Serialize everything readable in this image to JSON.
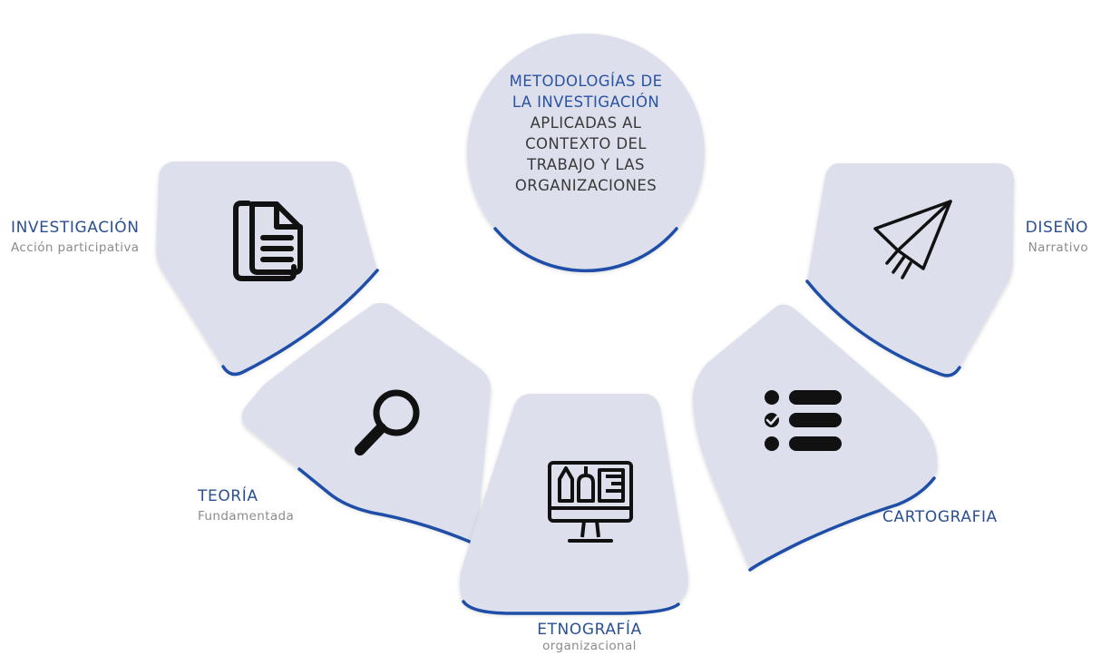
{
  "colors": {
    "card_fill": "#dde0ec",
    "card_edge": "#1e4ea8",
    "title_blue": "#2a53a2",
    "label_blue": "#2b4f93",
    "subtitle_gray": "#8b8b8b",
    "icon": "#111111"
  },
  "center": {
    "line1": "METODOLOGÍAS DE",
    "line2": "LA INVESTIGACIÓN",
    "line3": "APLICADAS AL",
    "line4": "CONTEXTO DEL",
    "line5": "TRABAJO Y LAS",
    "line6": "ORGANIZACIONES"
  },
  "items": [
    {
      "title": "INVESTIGACIÓN",
      "subtitle": "Acción participativa",
      "icon": "documents-icon"
    },
    {
      "title": "TEORÍA",
      "subtitle": "Fundamentada",
      "icon": "magnifier-icon"
    },
    {
      "title": "ETNOGRAFÍA",
      "subtitle": "organizacional",
      "icon": "design-monitor-icon"
    },
    {
      "title": "CARTOGRAFIA",
      "subtitle": "",
      "icon": "checklist-icon"
    },
    {
      "title": "DISEÑO",
      "subtitle": "Narrativo",
      "icon": "paper-plane-icon"
    }
  ]
}
